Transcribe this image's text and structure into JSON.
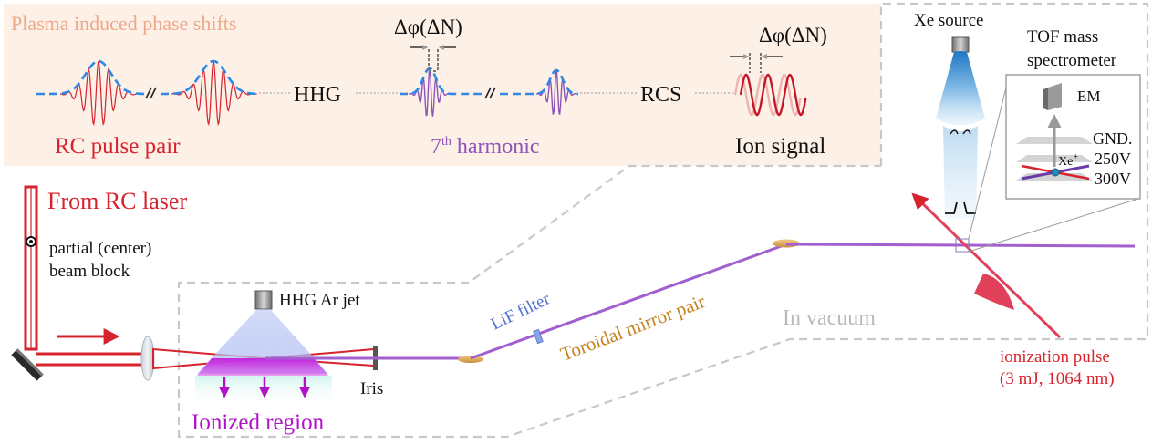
{
  "colors": {
    "red": "#d6232e",
    "purple": "#8e55b8",
    "blue_dash": "#2f87e6",
    "orange_text": "#c5811e",
    "salmon_text": "#eea78a",
    "gray_text": "#b9b9b9",
    "lif_blue": "#4f6fd0",
    "magenta": "#b012c8",
    "ion_red": "#e0405a",
    "panel_bg": "#fdf0e6",
    "box_dash": "#c8c8c8"
  },
  "top_panel": {
    "title": "Plasma induced phase shifts",
    "label_hhg": "HHG",
    "label_rcs": "RCS",
    "label_rc_pulse_pair": "RC pulse pair",
    "harmonic_base": "7",
    "harmonic_sup": "th",
    "harmonic_rest": " harmonic",
    "label_ion_signal": "Ion signal",
    "phase_label_1": "Δφ(ΔN)",
    "phase_label_2": "Δφ(ΔN)"
  },
  "laser_section": {
    "from_rc_laser": "From RC laser",
    "beam_block_line1": "partial (center)",
    "beam_block_line2": "beam block"
  },
  "hhg_box": {
    "jet_label": "HHG Ar jet",
    "iris_label": "Iris",
    "ionized_region": "Ionized region"
  },
  "vacuum_section": {
    "lif_filter": "LiF filter",
    "toroidal_mirror_pair": "Toroidal mirror pair",
    "in_vacuum": "In vacuum"
  },
  "tof_section": {
    "xe_source": "Xe source",
    "tof_line1": "TOF mass",
    "tof_line2": "spectrometer",
    "em": "EM",
    "gnd": "GND.",
    "v250": "250V",
    "v300": "300V",
    "xe_plus": "Xe",
    "xe_plus_sup": "+"
  },
  "ionization_pulse": {
    "line1": "ionization pulse",
    "line2": "(3 mJ, 1064 nm)"
  }
}
